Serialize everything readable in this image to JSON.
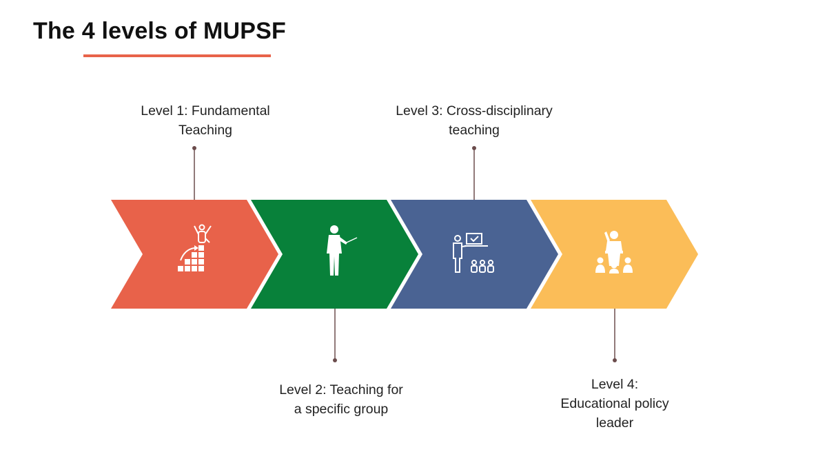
{
  "title": "The 4 levels of MUPSF",
  "colors": {
    "title_underline": "#e8634a",
    "connector": "#6b4c4c"
  },
  "stages": [
    {
      "label_lines": [
        "Level 1: Fundamental",
        "Teaching"
      ],
      "color": "#e8624a",
      "icon": "skills-growth-icon"
    },
    {
      "label_lines": [
        "Level 2: Teaching for",
        "a specific group"
      ],
      "color": "#08813a",
      "icon": "teacher-pointer-icon"
    },
    {
      "label_lines": [
        "Level 3: Cross-disciplinary",
        "teaching"
      ],
      "color": "#4a6393",
      "icon": "presentation-audience-icon"
    },
    {
      "label_lines": [
        "Level 4:",
        "Educational policy",
        "leader"
      ],
      "color": "#fbbd58",
      "icon": "podium-speaker-icon"
    }
  ]
}
